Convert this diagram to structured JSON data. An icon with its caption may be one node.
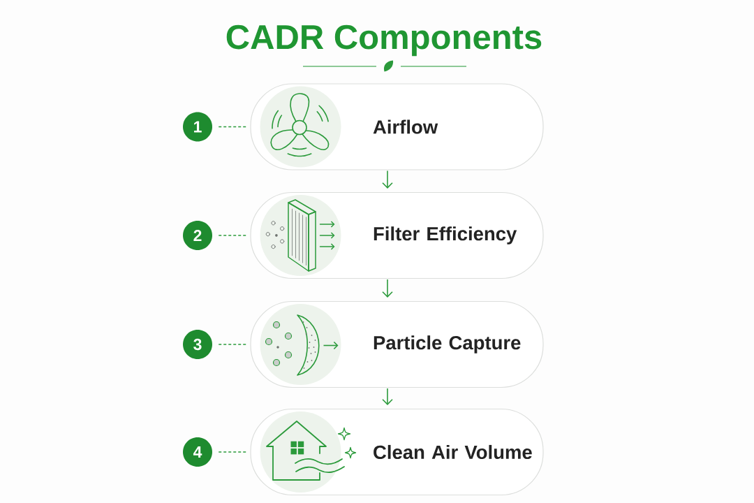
{
  "diagram": {
    "title": "CADR Components",
    "nodes": [
      {
        "text": [
          "1"
        ]
      },
      {
        "text": [
          "Airflow"
        ]
      },
      {
        "text": [
          "2"
        ]
      },
      {
        "text": [
          "Filter Efficiency"
        ]
      },
      {
        "text": [
          "3"
        ]
      },
      {
        "text": [
          "Particle Capture"
        ]
      },
      {
        "text": [
          "4"
        ]
      },
      {
        "text": [
          "Clean Air Volume"
        ]
      }
    ],
    "edges": [
      {
        "from": 0,
        "to": 1,
        "arrow": "none",
        "style": "dashed"
      },
      {
        "from": 1,
        "to": 3,
        "arrow": "to"
      },
      {
        "from": 2,
        "to": 3,
        "arrow": "none",
        "style": "dashed"
      },
      {
        "from": 3,
        "to": 5,
        "arrow": "to"
      },
      {
        "from": 4,
        "to": 5,
        "arrow": "none",
        "style": "dashed"
      },
      {
        "from": 5,
        "to": 7,
        "arrow": "to"
      },
      {
        "from": 6,
        "to": 7,
        "arrow": "none",
        "style": "dashed"
      }
    ]
  }
}
